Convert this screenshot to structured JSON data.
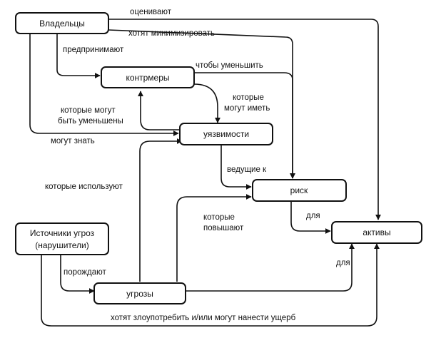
{
  "nodes": {
    "owners": "Владельцы",
    "countermeasures": "контрмеры",
    "vulnerabilities": "уязвимости",
    "risk": "риск",
    "assets": "активы",
    "threat_sources_line1": "Источники угроз",
    "threat_sources_line2": "(нарушители)",
    "threats": "угрозы"
  },
  "edges": {
    "owners_value_assets": "оценивают",
    "owners_minimize_risk": "хотят минимизировать",
    "owners_take_countermeasures": "предпринимают",
    "countermeasures_reduce_risk": "чтобы уменьшить",
    "may_possess_line1": "которые",
    "may_possess_line2": "могут иметь",
    "may_be_reduced_line1": "которые могут",
    "may_be_reduced_line2": "быть уменьшены",
    "owners_may_know": "могут знать",
    "leading_to": "ведущие к",
    "that_exploit": "которые используют",
    "increase_line1": "которые",
    "increase_line2": "повышают",
    "risk_to_assets": "для",
    "give_rise_to": "порождают",
    "threats_to_assets": "для",
    "wish_to_abuse": "хотят злоупотребить и/или могут нанести ущерб"
  }
}
